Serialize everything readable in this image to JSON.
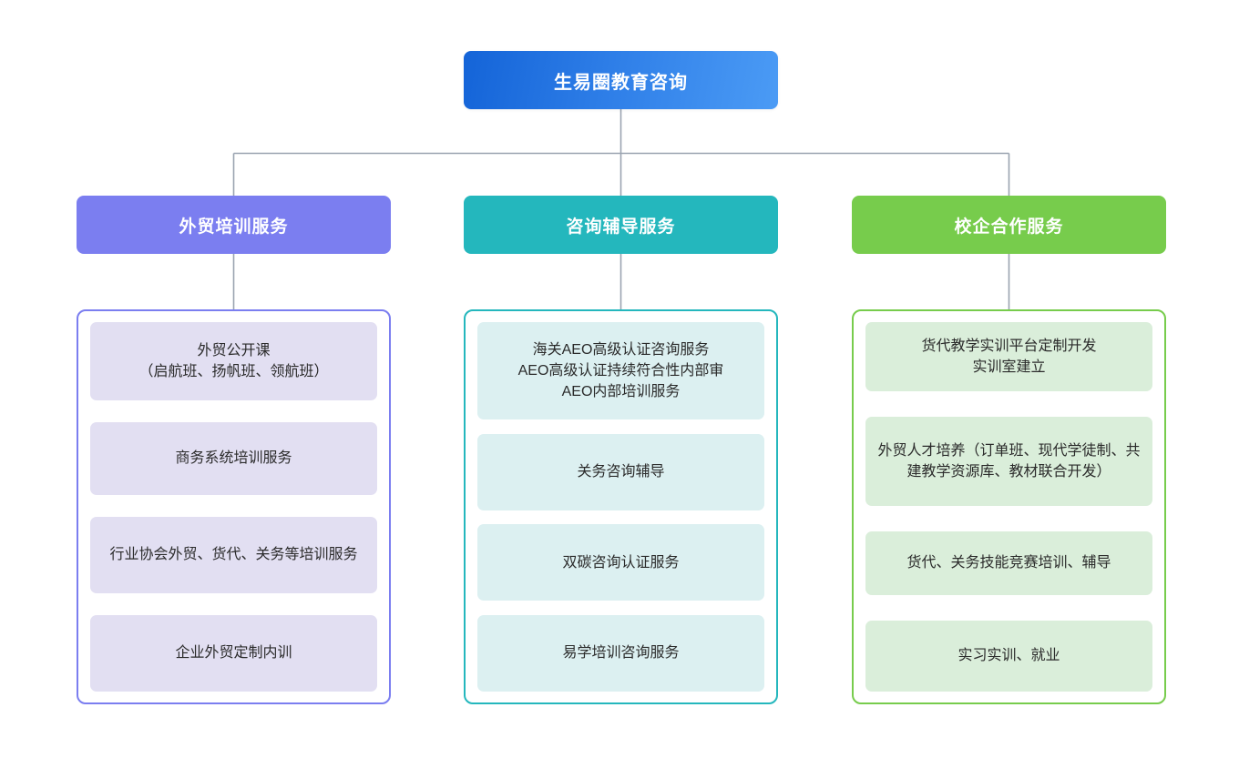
{
  "diagram": {
    "type": "organizational-tree",
    "orientation": "top-down",
    "levels": 3,
    "root": {
      "label": "生易圈教育咨询",
      "color_start": "#1464d8",
      "color_end": "#4b9bf5"
    },
    "connector_color": "#9aa3b0",
    "branches": [
      {
        "id": "waimao-peixun",
        "header": "外贸培训服务",
        "accent": "#7b7ef0",
        "item_bg": "#e2dff2",
        "items": [
          "外贸公开课\n（启航班、扬帆班、领航班）",
          "商务系统培训服务",
          "行业协会外贸、货代、关务等培训服务",
          "企业外贸定制内训"
        ]
      },
      {
        "id": "zixun-fudao",
        "header": "咨询辅导服务",
        "accent": "#24b7bd",
        "item_bg": "#dcf0f1",
        "items": [
          "海关AEO高级认证咨询服务\nAEO高级认证持续符合性内部审\nAEO内部培训服务",
          "关务咨询辅导",
          "双碳咨询认证服务",
          "易学培训咨询服务"
        ]
      },
      {
        "id": "xiaoqi-hezuo",
        "header": "校企合作服务",
        "accent": "#77cc4c",
        "item_bg": "#daeeda",
        "items": [
          "货代教学实训平台定制开发\n实训室建立",
          "外贸人才培养（订单班、现代学徒制、共建教学资源库、教材联合开发）",
          "货代、关务技能竞赛培训、辅导",
          "实习实训、就业"
        ]
      }
    ]
  }
}
